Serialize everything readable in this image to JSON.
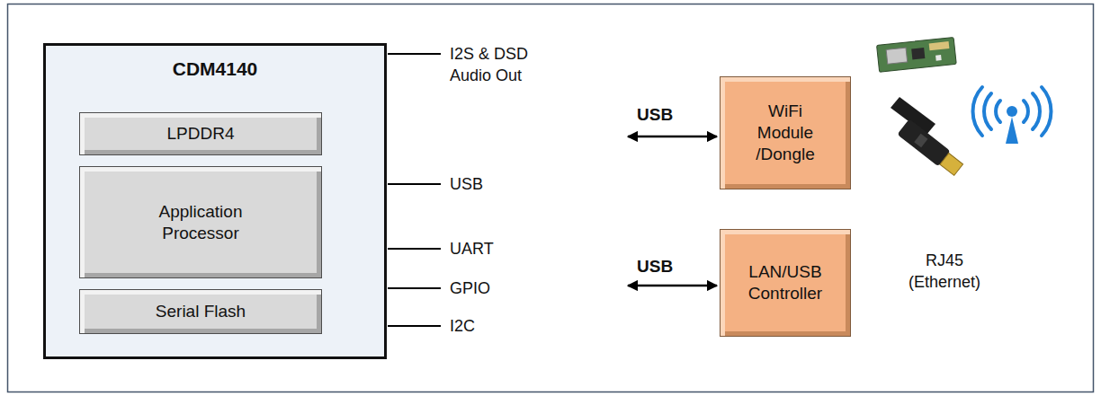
{
  "diagram": {
    "nodes": [
      {
        "text": [
          "CDM4140"
        ]
      },
      {
        "text": [
          "LPDDR4"
        ],
        "in": 0
      },
      {
        "text": [
          "Application Processor"
        ],
        "in": 0
      },
      {
        "text": [
          "Serial Flash"
        ],
        "in": 0
      },
      {
        "text": [
          "WiFi Module /Dongle"
        ]
      },
      {
        "text": [
          "LAN/USB Controller"
        ]
      }
    ],
    "labels": [
      "I2S & DSD Audio Out",
      "USB",
      "UART",
      "GPIO",
      "I2C",
      "USB",
      "USB",
      "RJ45 (Ethernet)"
    ]
  }
}
